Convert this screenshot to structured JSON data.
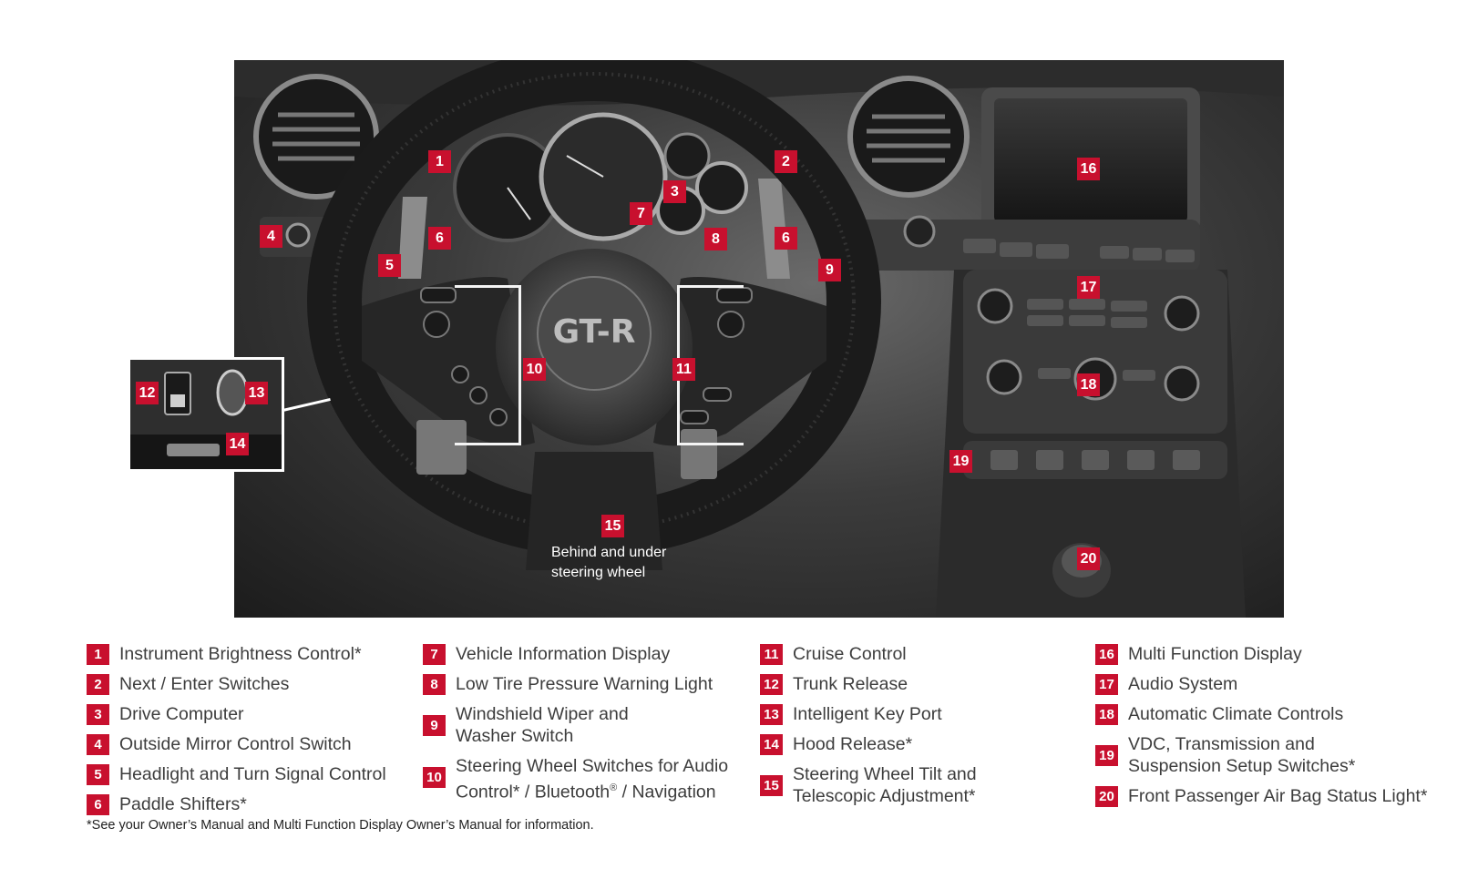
{
  "photo": {
    "badges": [
      "1",
      "2",
      "3",
      "4",
      "5",
      "6",
      "6",
      "7",
      "8",
      "9",
      "10",
      "11",
      "15",
      "16",
      "17",
      "18",
      "19",
      "20"
    ],
    "note_15_line1": "Behind and under",
    "note_15_line2": "steering wheel",
    "wheel_logo": "GT-R"
  },
  "inset": {
    "badges": [
      "12",
      "13",
      "14"
    ]
  },
  "legend": {
    "col1": [
      {
        "num": "1",
        "label": "Instrument Brightness Control*"
      },
      {
        "num": "2",
        "label": "Next / Enter Switches"
      },
      {
        "num": "3",
        "label": "Drive Computer"
      },
      {
        "num": "4",
        "label": "Outside Mirror Control Switch"
      },
      {
        "num": "5",
        "label": "Headlight and Turn Signal Control"
      },
      {
        "num": "6",
        "label": "Paddle Shifters*"
      }
    ],
    "col2": [
      {
        "num": "7",
        "label": "Vehicle Information Display"
      },
      {
        "num": "8",
        "label": "Low Tire Pressure Warning Light"
      },
      {
        "num": "9",
        "line1": "Windshield Wiper and",
        "line2": "Washer Switch"
      },
      {
        "num": "10",
        "line1": "Steering Wheel Switches for Audio",
        "line2a": "Control* / Bluetooth",
        "sup": "®",
        "line2b": " / Navigation"
      }
    ],
    "col3": [
      {
        "num": "11",
        "label": "Cruise Control"
      },
      {
        "num": "12",
        "label": "Trunk Release"
      },
      {
        "num": "13",
        "label": "Intelligent Key Port"
      },
      {
        "num": "14",
        "label": "Hood Release*"
      },
      {
        "num": "15",
        "line1": "Steering Wheel Tilt and",
        "line2": "Telescopic Adjustment*"
      }
    ],
    "col4": [
      {
        "num": "16",
        "label": "Multi Function Display"
      },
      {
        "num": "17",
        "label": "Audio System"
      },
      {
        "num": "18",
        "label": "Automatic Climate Controls"
      },
      {
        "num": "19",
        "line1": "VDC, Transmission and",
        "line2": "Suspension Setup Switches*"
      },
      {
        "num": "20",
        "label": "Front Passenger Air Bag Status Light*"
      }
    ]
  },
  "footnote": "*See your Owner’s Manual and Multi Function Display Owner’s Manual for information.",
  "colors": {
    "badge": "#c8102e",
    "text": "#3d3d3d"
  }
}
